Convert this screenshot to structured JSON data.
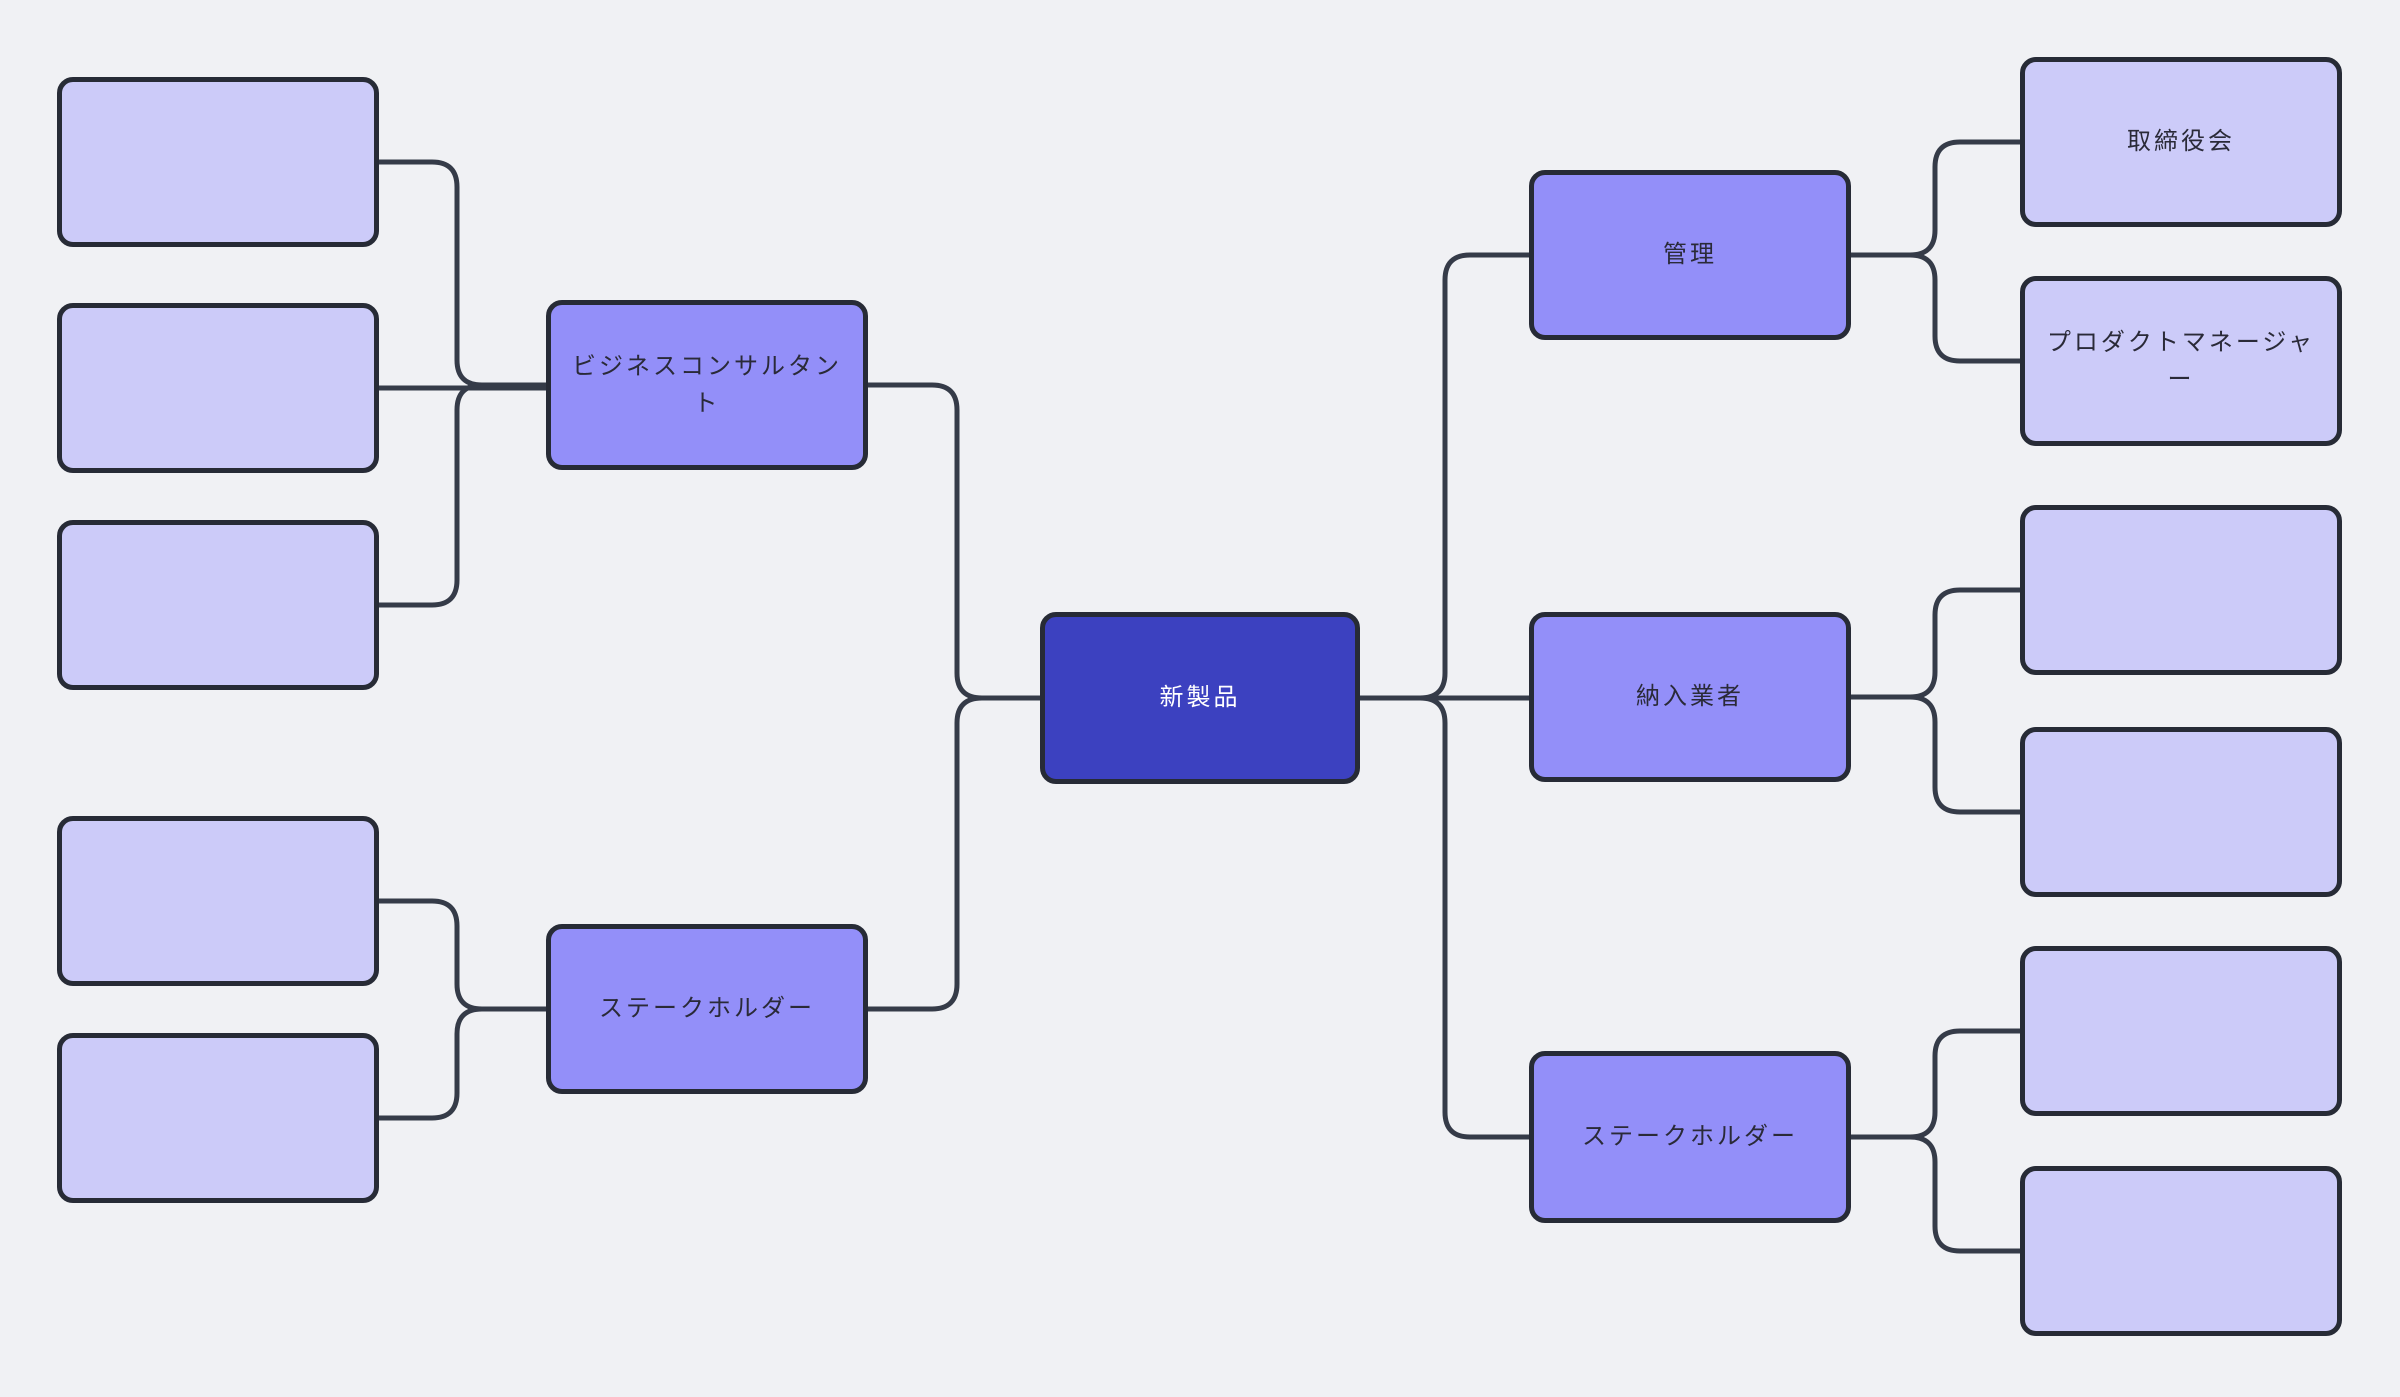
{
  "mindmap": {
    "root": {
      "label": "新製品"
    },
    "left_branches": [
      {
        "label": "ビジネスコンサルタント",
        "children": [
          "",
          "",
          ""
        ]
      },
      {
        "label": "ステークホルダー",
        "children": [
          "",
          ""
        ]
      }
    ],
    "right_branches": [
      {
        "label": "管理",
        "children": [
          "取締役会",
          "プロダクトマネージャー"
        ]
      },
      {
        "label": "納入業者",
        "children": [
          "",
          ""
        ]
      },
      {
        "label": "ステークホルダー",
        "children": [
          "",
          ""
        ]
      }
    ],
    "colors": {
      "background": "#f0f1f4",
      "root_fill": "#3c41c0",
      "root_text": "#ffffff",
      "branch_fill": "#938ff9",
      "leaf_fill": "#cccbf9",
      "node_text": "#2a2a38",
      "node_border": "#272b36",
      "connector": "#353b48"
    }
  }
}
